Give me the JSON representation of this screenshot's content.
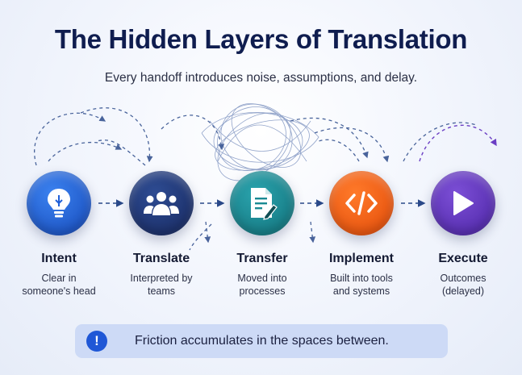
{
  "header": {
    "title": "The Hidden Layers of Translation",
    "subtitle": "Every handoff introduces noise, assumptions, and delay."
  },
  "stages": [
    {
      "label": "Intent",
      "desc1": "Clear in",
      "desc2": "someone's head",
      "icon": "lightbulb-icon",
      "color": "#1f5fd8"
    },
    {
      "label": "Translate",
      "desc1": "Interpreted by",
      "desc2": "teams",
      "icon": "team-icon",
      "color": "#1f3677"
    },
    {
      "label": "Transfer",
      "desc1": "Moved into",
      "desc2": "processes",
      "icon": "document-edit-icon",
      "color": "#1a8a93"
    },
    {
      "label": "Implement",
      "desc1": "Built into tools",
      "desc2": "and systems",
      "icon": "code-icon",
      "color": "#f26214"
    },
    {
      "label": "Execute",
      "desc1": "Outcomes",
      "desc2": "(delayed)",
      "icon": "play-icon",
      "color": "#6136bd"
    }
  ],
  "banner": {
    "icon_text": "!",
    "text": "Friction accumulates in the spaces between."
  }
}
